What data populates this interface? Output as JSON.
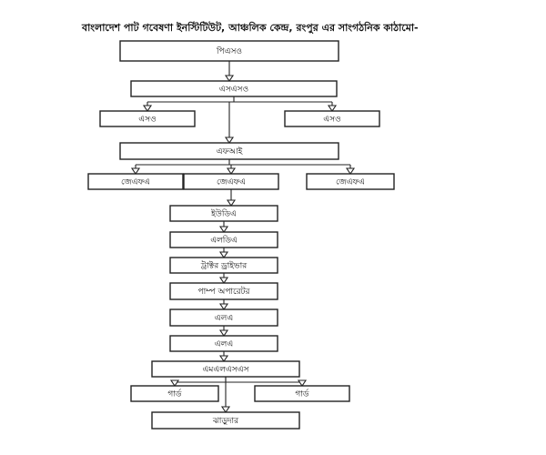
{
  "title": "বাংলাদেশ পাট গবেষণা ইনস্টিটিউট, আঞ্চলিক কেন্দ্র, রংপুর এর সাংগঠনিক কাঠামো-",
  "nodes": [
    {
      "id": "pso",
      "label": "পিএসও"
    },
    {
      "id": "sso",
      "label": "এসএসও"
    },
    {
      "id": "so_left",
      "label": "এসও"
    },
    {
      "id": "so_right",
      "label": "এসও"
    },
    {
      "id": "fi",
      "label": "এফআই"
    },
    {
      "id": "jfa_left",
      "label": "জেএফএ"
    },
    {
      "id": "jfa_center",
      "label": "জেএফএ"
    },
    {
      "id": "jfa_right",
      "label": "জেএফএ"
    },
    {
      "id": "uda",
      "label": "ইউডিএ"
    },
    {
      "id": "lda",
      "label": "এলডিএ"
    },
    {
      "id": "tractor_driver",
      "label": "ট্রাক্টর ড্রাইভার"
    },
    {
      "id": "pump_operator",
      "label": "পাম্প অপারেটর"
    },
    {
      "id": "la_1",
      "label": "এলএ"
    },
    {
      "id": "la_2",
      "label": "এলএ"
    },
    {
      "id": "mlss",
      "label": "এমএলএসএস"
    },
    {
      "id": "guard_left",
      "label": "গার্ড"
    },
    {
      "id": "guard_right",
      "label": "গার্ড"
    },
    {
      "id": "sweeper",
      "label": "ঝাড়ুদার"
    }
  ],
  "edges": [
    [
      "pso",
      "sso"
    ],
    [
      "sso",
      "so_left"
    ],
    [
      "sso",
      "so_right"
    ],
    [
      "sso",
      "fi"
    ],
    [
      "fi",
      "jfa_left"
    ],
    [
      "fi",
      "jfa_center"
    ],
    [
      "fi",
      "jfa_right"
    ],
    [
      "jfa_center",
      "uda"
    ],
    [
      "uda",
      "lda"
    ],
    [
      "lda",
      "tractor_driver"
    ],
    [
      "tractor_driver",
      "pump_operator"
    ],
    [
      "pump_operator",
      "la_1"
    ],
    [
      "la_1",
      "la_2"
    ],
    [
      "la_2",
      "mlss"
    ],
    [
      "mlss",
      "guard_left"
    ],
    [
      "mlss",
      "guard_right"
    ],
    [
      "mlss",
      "sweeper"
    ]
  ]
}
